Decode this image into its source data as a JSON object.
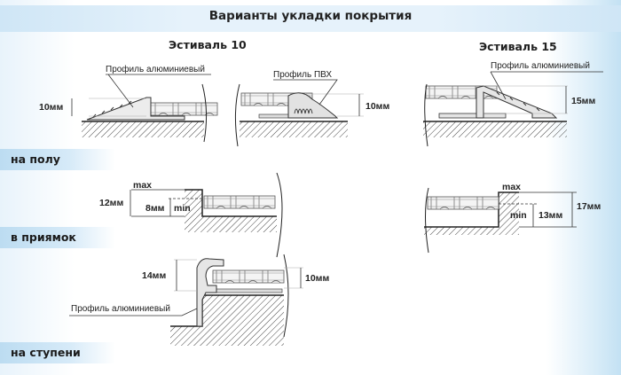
{
  "title": "Варианты укладки покрытия",
  "columns": {
    "estival10": "Эстиваль 10",
    "estival15": "Эстиваль 15"
  },
  "sections": [
    {
      "label": "на полу"
    },
    {
      "label": "в приямок"
    },
    {
      "label": "на ступени"
    }
  ],
  "floor": {
    "e10_aluminium": {
      "callout": "Профиль алюминиевый",
      "height": "10мм"
    },
    "e10_pvc": {
      "callout": "Профиль ПВХ",
      "height": "10мм"
    },
    "e15_aluminium": {
      "callout": "Профиль алюминиевый",
      "height": "15мм"
    }
  },
  "pit": {
    "e10": {
      "max_label": "max",
      "min_label": "min",
      "max_depth": "12мм",
      "min_depth": "8мм"
    },
    "e15": {
      "max_label": "max",
      "min_label": "min",
      "max_depth": "17мм",
      "min_depth": "13мм"
    }
  },
  "step": {
    "callout": "Профиль алюминиевый",
    "profile_height": "14мм",
    "cover_height": "10мм"
  }
}
